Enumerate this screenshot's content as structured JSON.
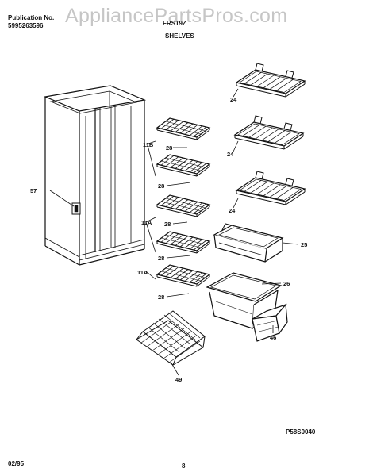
{
  "header": {
    "publication_label": "Publication No.",
    "publication_number": "5995263596",
    "model": "FRS19Z",
    "section_title": "SHELVES"
  },
  "watermark": "AppliancePartsPros.com",
  "part_labels": {
    "p24a": "24",
    "p24b": "24",
    "p24c": "24",
    "p11b": "11B",
    "p28a": "28",
    "p28b": "28",
    "p28c": "28",
    "p28d": "28",
    "p28e": "28",
    "p11a_a": "11A",
    "p11a_b": "11A",
    "p57": "57",
    "p25": "25",
    "p26": "26",
    "p46": "46",
    "p49": "49"
  },
  "footer": {
    "drawing_code": "P58S0040",
    "date": "02/95",
    "page": "8"
  }
}
